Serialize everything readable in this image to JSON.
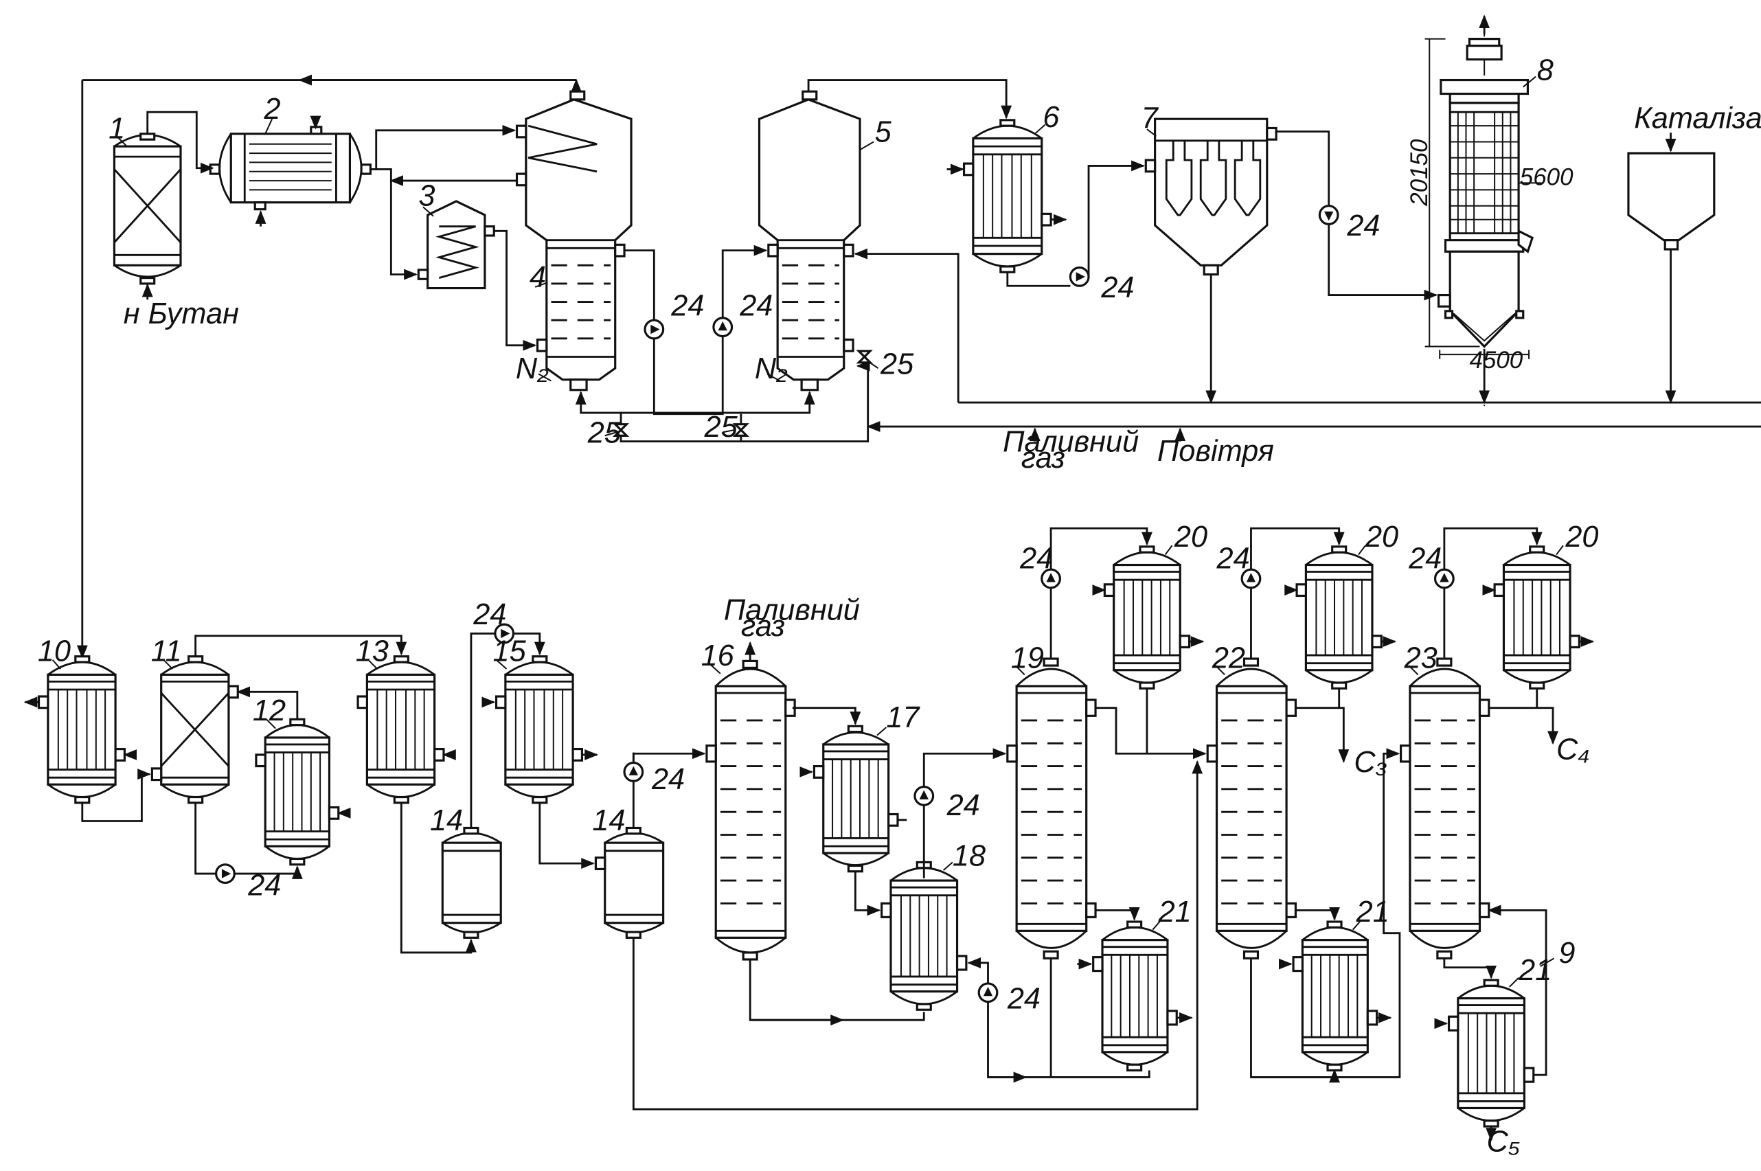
{
  "labels": {
    "n1": "1",
    "n2": "2",
    "n3": "3",
    "n4": "4",
    "n5": "5",
    "n6": "6",
    "n7": "7",
    "n8": "8",
    "n9": "9",
    "n10": "10",
    "n11": "11",
    "n12": "12",
    "n13": "13",
    "n14a": "14",
    "n14b": "14",
    "n15": "15",
    "n16": "16",
    "n17": "17",
    "n18": "18",
    "n19": "19",
    "n20a": "20",
    "n20b": "20",
    "n20c": "20",
    "n21a": "21",
    "n21b": "21",
    "n21c": "21",
    "n22": "22",
    "n23": "23",
    "p24": "24",
    "v25": "25"
  },
  "streams": {
    "butane": "н Бутан",
    "catalyst": "Каталізатор",
    "fuel_gas_line1": "Паливний",
    "fuel_gas_line2": "газ",
    "air": "Повітря",
    "nitrogen": "N₂",
    "c3": "C₃",
    "c4": "C₄",
    "c5": "C₅"
  },
  "dimensions": {
    "height": "20150",
    "top_width": "5600",
    "bottom_width": "4500"
  }
}
